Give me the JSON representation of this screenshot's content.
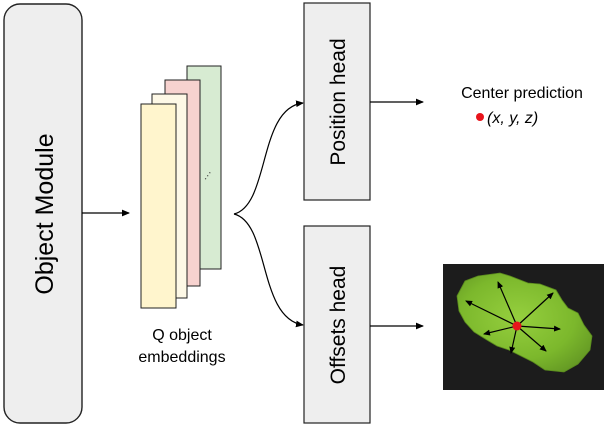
{
  "object_module": {
    "label": "Object Module"
  },
  "embeddings": {
    "dots": "···",
    "caption_line1": "Q object",
    "caption_line2": "embeddings"
  },
  "position_head": {
    "label": "Position head"
  },
  "offsets_head": {
    "label": "Offsets head"
  },
  "center_prediction": {
    "title": "Center prediction",
    "coords": "(x, y, z)",
    "dot_color": "#e8141b"
  },
  "colors": {
    "box_fill": "#eeeeee",
    "box_stroke": "#222222",
    "card_green": "#d7ebd2",
    "card_pink": "#f7d2cf",
    "card_yellow": "#fff5cd",
    "mesh_bg": "#1c1c1c",
    "mesh_fill": "#7fbd2b"
  }
}
